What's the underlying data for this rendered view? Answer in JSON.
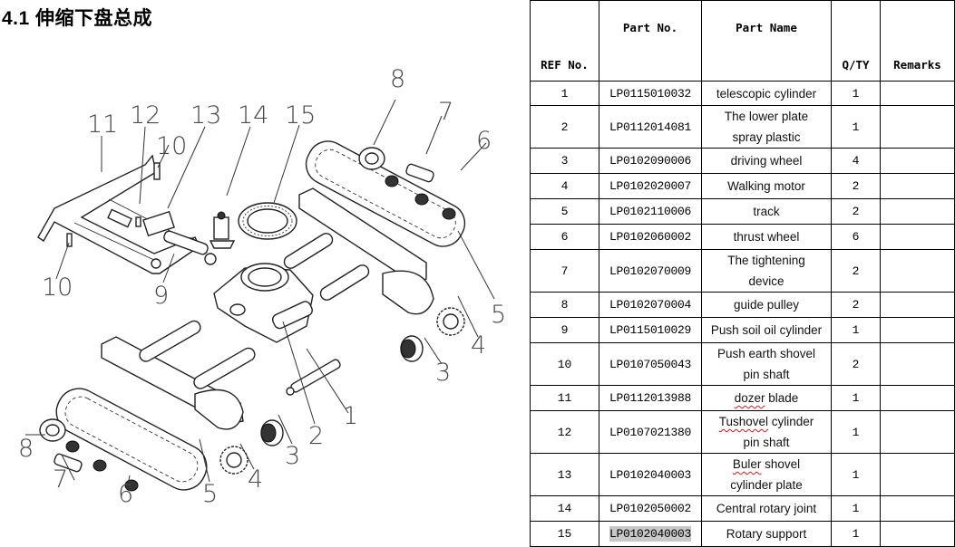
{
  "page": {
    "title": "4.1 伸缩下盘总成"
  },
  "diagram": {
    "callouts": [
      "1",
      "2",
      "3",
      "3",
      "4",
      "4",
      "5",
      "5",
      "6",
      "6",
      "7",
      "7",
      "8",
      "8",
      "9",
      "10",
      "10",
      "11",
      "12",
      "13",
      "14",
      "15"
    ]
  },
  "table": {
    "headers": {
      "ref": "REF No.",
      "part_no": "Part No.",
      "part_name": "Part Name",
      "qty": "Q/TY",
      "remarks": "Remarks"
    },
    "rows": [
      {
        "ref": "1",
        "part_no": "LP0115010032",
        "name_l1": "telescopic cylinder",
        "name_l2": "",
        "qty": "1",
        "remarks": ""
      },
      {
        "ref": "2",
        "part_no": "LP0112014081",
        "name_l1": "The lower plate",
        "name_l2": "spray plastic",
        "qty": "1",
        "remarks": ""
      },
      {
        "ref": "3",
        "part_no": "LP0102090006",
        "name_l1": "driving wheel",
        "name_l2": "",
        "qty": "4",
        "remarks": ""
      },
      {
        "ref": "4",
        "part_no": "LP0102020007",
        "name_l1": "Walking motor",
        "name_l2": "",
        "qty": "2",
        "remarks": ""
      },
      {
        "ref": "5",
        "part_no": "LP0102110006",
        "name_l1": "track",
        "name_l2": "",
        "qty": "2",
        "remarks": ""
      },
      {
        "ref": "6",
        "part_no": "LP0102060002",
        "name_l1": "thrust wheel",
        "name_l2": "",
        "qty": "6",
        "remarks": ""
      },
      {
        "ref": "7",
        "part_no": "LP0102070009",
        "name_l1": "The tightening",
        "name_l2": "device",
        "qty": "2",
        "remarks": ""
      },
      {
        "ref": "8",
        "part_no": "LP0102070004",
        "name_l1": "guide pulley",
        "name_l2": "",
        "qty": "2",
        "remarks": ""
      },
      {
        "ref": "9",
        "part_no": "LP0115010029",
        "name_l1": "Push soil oil cylinder",
        "name_l2": "",
        "qty": "1",
        "remarks": ""
      },
      {
        "ref": "10",
        "part_no": "LP0107050043",
        "name_l1": "Push earth shovel",
        "name_l2": "pin shaft",
        "qty": "2",
        "remarks": ""
      },
      {
        "ref": "11",
        "part_no": "LP0112013988",
        "name_l1": "dozer blade",
        "name_l2": "",
        "qty": "1",
        "remarks": ""
      },
      {
        "ref": "12",
        "part_no": "LP0107021380",
        "name_l1": "Tushovel cylinder",
        "name_l2": "pin shaft",
        "qty": "1",
        "remarks": ""
      },
      {
        "ref": "13",
        "part_no": "LP0102040003",
        "name_l1": "Buler shovel",
        "name_l2": "cylinder plate",
        "qty": "1",
        "remarks": ""
      },
      {
        "ref": "14",
        "part_no": "LP0102050002",
        "name_l1": "Central rotary joint",
        "name_l2": "",
        "qty": "1",
        "remarks": ""
      },
      {
        "ref": "15",
        "part_no": "LP0102040003",
        "name_l1": "Rotary support",
        "name_l2": "",
        "qty": "1",
        "remarks": "",
        "highlighted": true
      }
    ]
  }
}
